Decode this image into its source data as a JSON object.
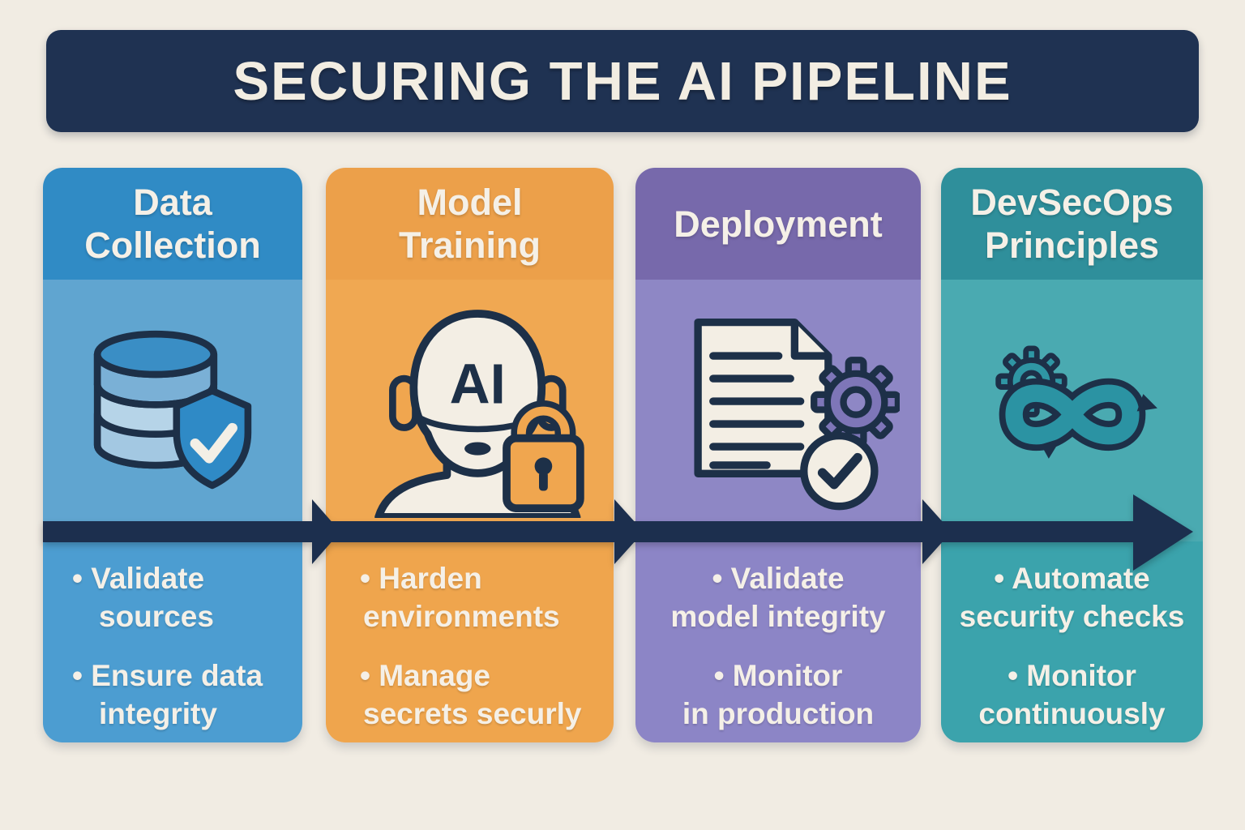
{
  "page": {
    "background": "#f1ece3"
  },
  "title": {
    "text": "SECURING THE AI PIPELINE",
    "bg": "#1f3252",
    "color": "#f2ede2"
  },
  "arrow": {
    "color": "#1c2f4e"
  },
  "icon_outline_color": "#1d3048",
  "columns": [
    {
      "name": "Data Collection",
      "title_line1": "Data",
      "title_line2": "Collection",
      "icon": "database-shield-icon",
      "colors": {
        "header": "#308bc5",
        "body": "#60a5d0",
        "footer": "#4c9dd1"
      },
      "bullets": [
        {
          "line1": "• Validate",
          "line2": "sources"
        },
        {
          "line1": "• Ensure data",
          "line2": "integrity"
        }
      ]
    },
    {
      "name": "Model Training",
      "title_line1": "Model",
      "title_line2": "Training",
      "icon": "ai-head-padlock-icon",
      "colors": {
        "header": "#eca04a",
        "body": "#f0a852",
        "footer": "#efa54d"
      },
      "bullets": [
        {
          "line1": "• Harden",
          "line2": "environments"
        },
        {
          "line1": "• Manage",
          "line2": "secrets securly"
        }
      ]
    },
    {
      "name": "Deployment",
      "title_line1": "Deployment",
      "title_line2": "",
      "icon": "document-gear-check-icon",
      "colors": {
        "header": "#7769ab",
        "body": "#8e87c5",
        "footer": "#8c85c6"
      },
      "bullets": [
        {
          "line1": "• Validate",
          "line2": "model integrity"
        },
        {
          "line1": "• Monitor",
          "line2": "in production"
        }
      ]
    },
    {
      "name": "DevSecOps Principles",
      "title_line1": "DevSecOps",
      "title_line2": "Principles",
      "icon": "devsecops-infinity-icon",
      "colors": {
        "header": "#2f8f9b",
        "body": "#4aaab1",
        "footer": "#3ba3ac"
      },
      "bullets": [
        {
          "line1": "• Automate",
          "line2": "security checks"
        },
        {
          "line1": "• Monitor",
          "line2": "continuously"
        }
      ]
    }
  ]
}
